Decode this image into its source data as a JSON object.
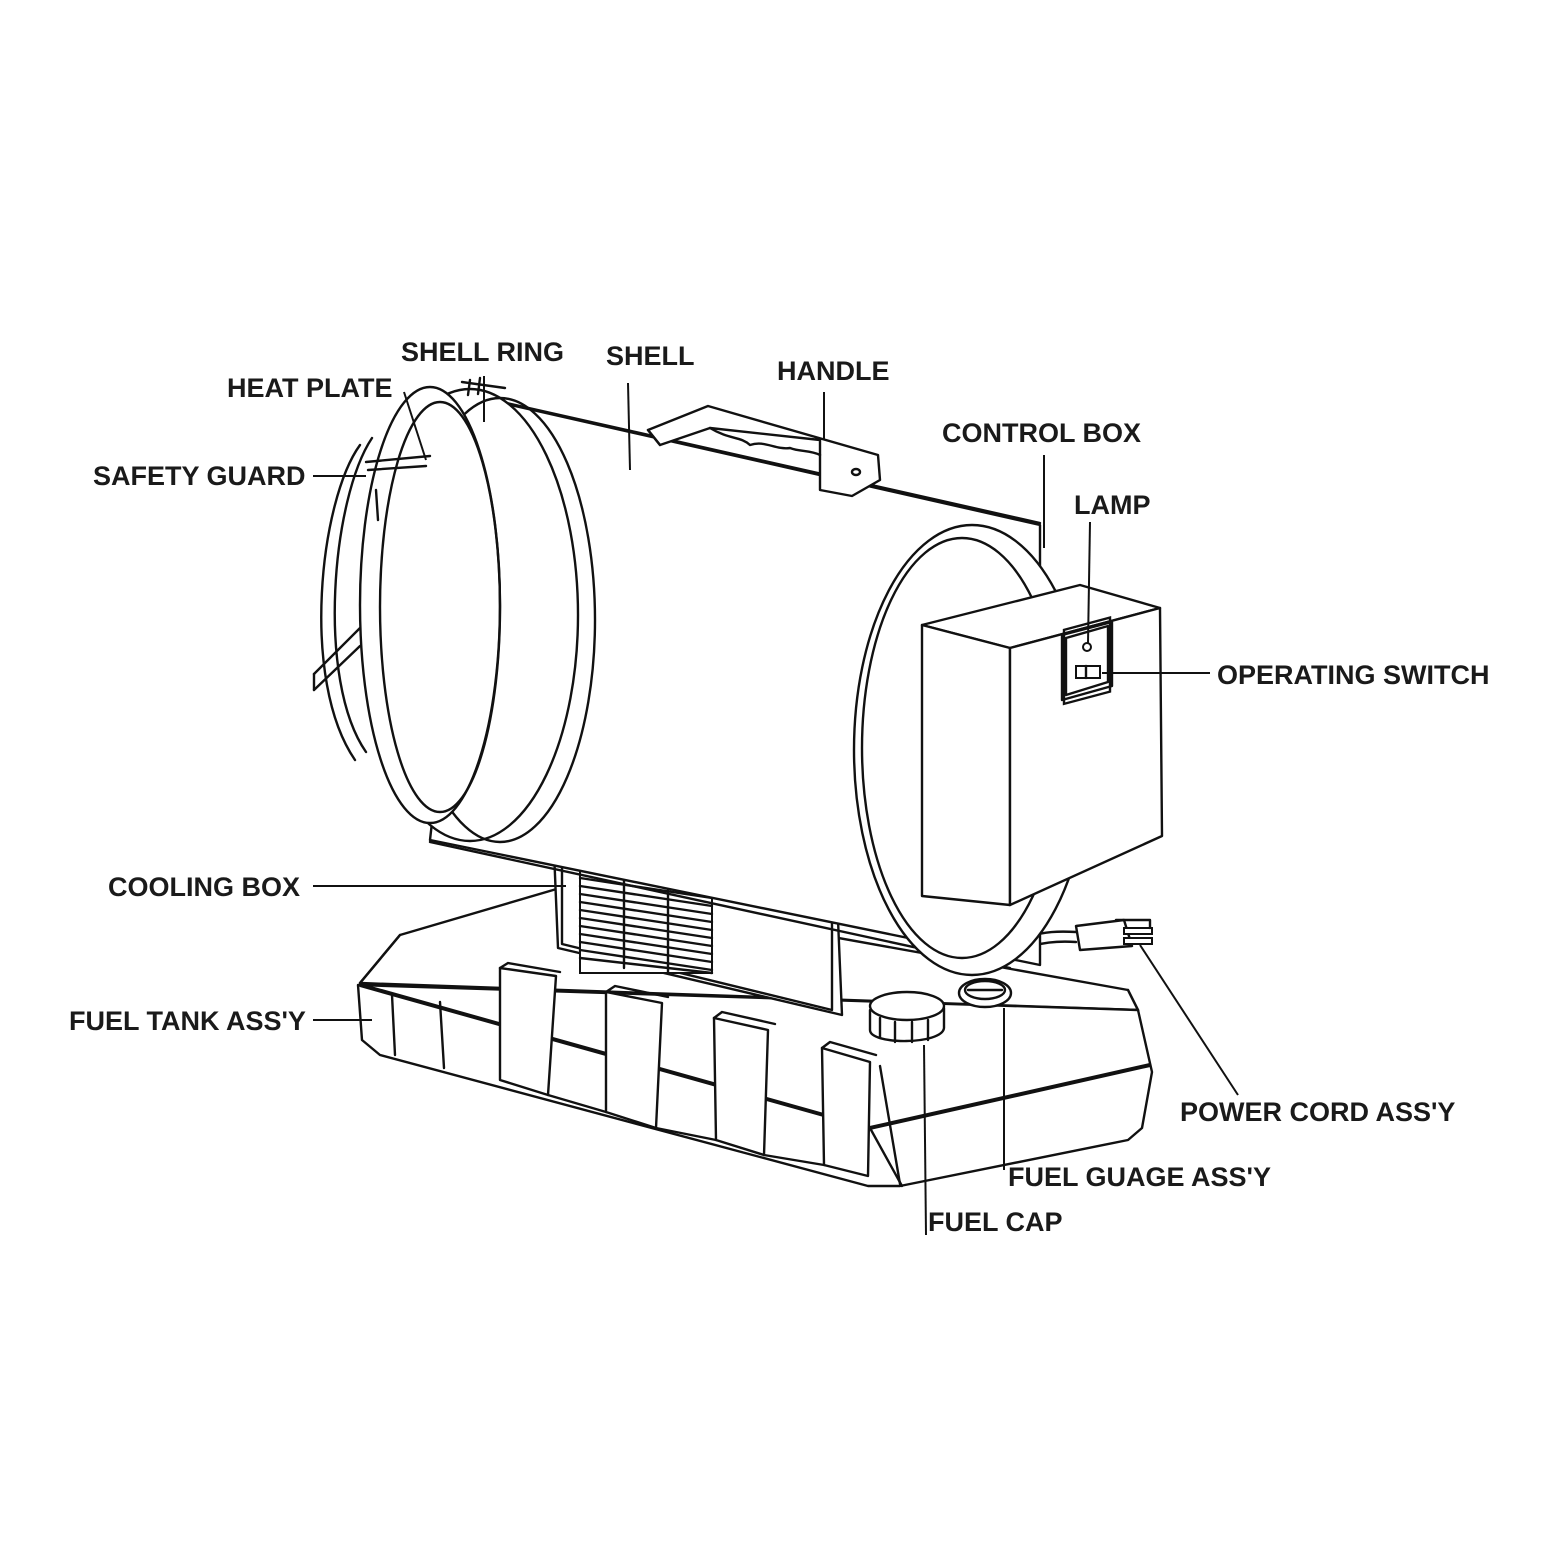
{
  "labels": {
    "shell_ring": "SHELL RING",
    "shell": "SHELL",
    "handle": "HANDLE",
    "heat_plate": "HEAT PLATE",
    "safety_guard": "SAFETY GUARD",
    "control_box": "CONTROL BOX",
    "lamp": "LAMP",
    "operating_switch": "OPERATING SWITCH",
    "cooling_box": "COOLING BOX",
    "fuel_tank": "FUEL TANK ASS'Y",
    "power_cord": "POWER CORD ASS'Y",
    "fuel_gauge": "FUEL GUAGE ASS'Y",
    "fuel_cap": "FUEL CAP"
  }
}
